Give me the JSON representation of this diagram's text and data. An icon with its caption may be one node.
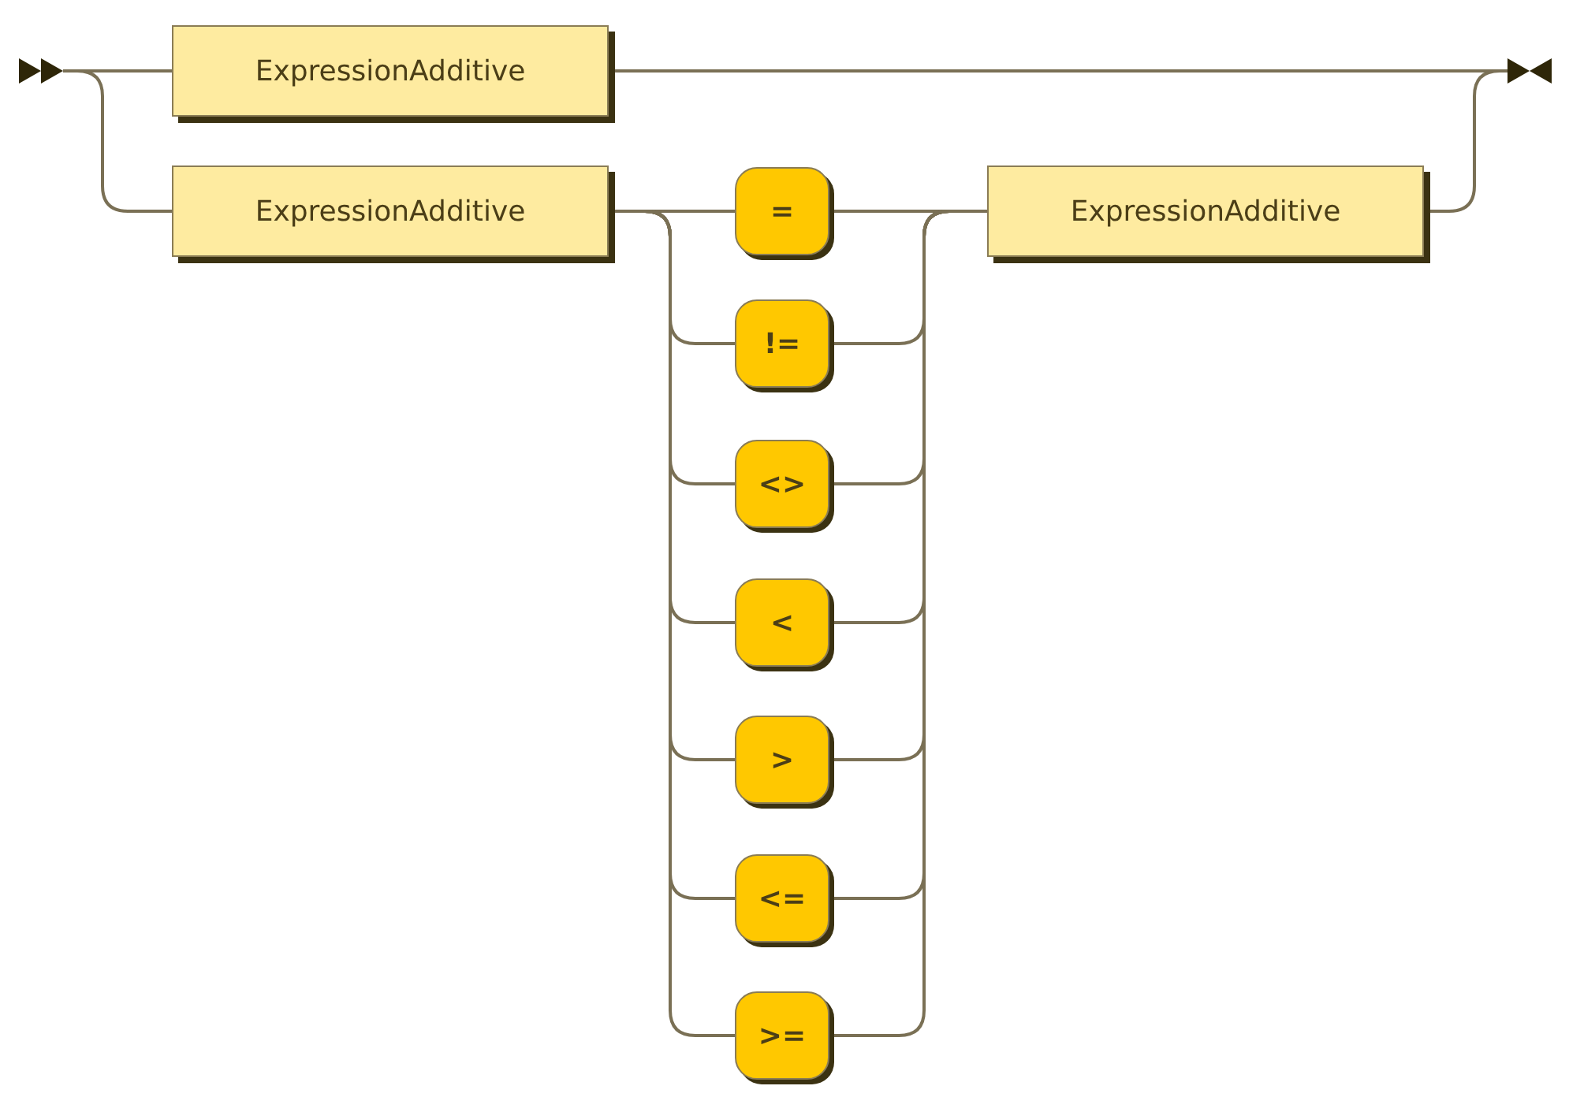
{
  "diagram": {
    "nodes": [
      {
        "text": [],
        "shape": "triangle"
      },
      {
        "text": [
          "ExpressionAdditive"
        ]
      },
      {
        "text": [
          "ExpressionAdditive"
        ]
      },
      {
        "text": [
          "="
        ]
      },
      {
        "text": [
          "!="
        ]
      },
      {
        "text": [
          "<>"
        ]
      },
      {
        "text": [
          "<"
        ]
      },
      {
        "text": [
          ">"
        ]
      },
      {
        "text": [
          "<="
        ]
      },
      {
        "text": [
          ">="
        ]
      },
      {
        "text": [
          "ExpressionAdditive"
        ]
      },
      {
        "text": [],
        "shape": "triangle"
      }
    ],
    "edges": [
      {
        "from": 0,
        "to": 1,
        "arrow": "none"
      },
      {
        "from": 0,
        "to": 2,
        "arrow": "none"
      },
      {
        "from": 1,
        "to": 11,
        "arrow": "none"
      },
      {
        "from": 2,
        "to": 3,
        "arrow": "none"
      },
      {
        "from": 2,
        "to": 4,
        "arrow": "none"
      },
      {
        "from": 2,
        "to": 5,
        "arrow": "none"
      },
      {
        "from": 2,
        "to": 6,
        "arrow": "none"
      },
      {
        "from": 2,
        "to": 7,
        "arrow": "none"
      },
      {
        "from": 2,
        "to": 8,
        "arrow": "none"
      },
      {
        "from": 2,
        "to": 9,
        "arrow": "none"
      },
      {
        "from": 3,
        "to": 10,
        "arrow": "none"
      },
      {
        "from": 4,
        "to": 10,
        "arrow": "none"
      },
      {
        "from": 5,
        "to": 10,
        "arrow": "none"
      },
      {
        "from": 6,
        "to": 10,
        "arrow": "none"
      },
      {
        "from": 7,
        "to": 10,
        "arrow": "none"
      },
      {
        "from": 8,
        "to": 10,
        "arrow": "none"
      },
      {
        "from": 9,
        "to": 10,
        "arrow": "none"
      },
      {
        "from": 10,
        "to": 11,
        "arrow": "none"
      }
    ]
  }
}
